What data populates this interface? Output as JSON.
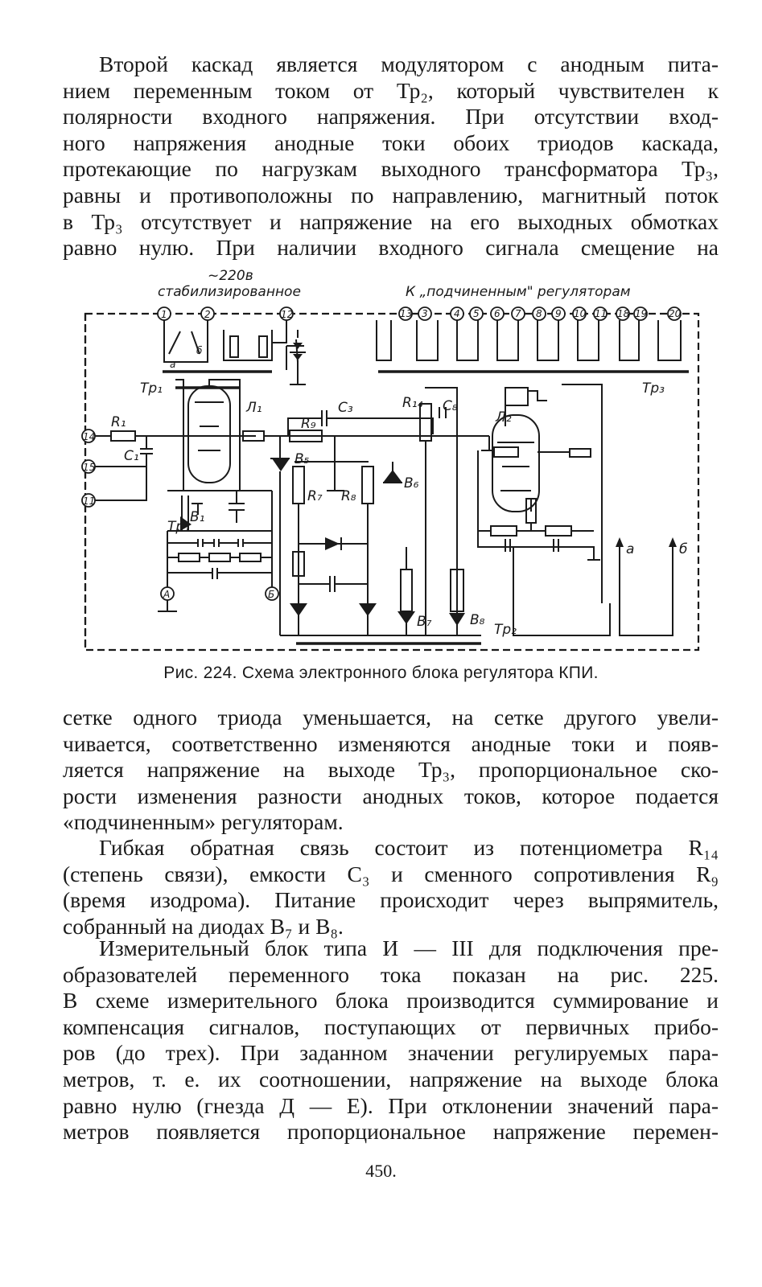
{
  "paragraphs": {
    "p1": [
      "Второй каскад является модулятором с анодным пита-",
      "нием переменным током от Тр₂, который чувствителен к",
      "полярности входного напряжения. При отсутствии вход-",
      "ного напряжения анодные токи обоих триодов каскада,",
      "протекающие по нагрузкам выходного трансформатора Тр₃,",
      "равны и противоположны по направлению, магнитный поток",
      "в Тр₃ отсутствует и напряжение на его выходных обмотках",
      "равно нулю. При наличии входного сигнала смещение на"
    ],
    "p2": [
      "сетке одного триода уменьшается, на сетке другого увели-",
      "чивается, соответственно изменяются анодные токи и появ-",
      "ляется напряжение на выходе Тр₃, пропорциональное ско-",
      "рости изменения разности анодных токов, которое подается",
      "«подчиненным» регуляторам."
    ],
    "p3": [
      "Гибкая обратная связь состоит из потенциометра R₁₄",
      "(степень связи), емкости С₃ и сменного сопротивления R₉",
      "(время изодрома). Питание происходит через выпрямитель,",
      "собранный на диодах В₇ и В₈."
    ],
    "p4": [
      "Измерительный блок типа И — III для подключения пре-",
      "образователей переменного тока показан на рис. 225.",
      "В схеме измерительного блока производится суммирование и",
      "компенсация сигналов, поступающих от первичных прибо-",
      "ров (до трех). При заданном значении регулируемых пара-",
      "метров, т. е. их соотношении, напряжение на выходе блока",
      "равно нулю (гнезда Д — Е). При отклонении значений пара-",
      "метров появляется пропорциональное напряжение перемен-"
    ]
  },
  "figure": {
    "caption": "Рис. 224. Схема электронного блока регулятора КПИ.",
    "supply_label_1": "~220в",
    "supply_label_2": "стабилизированное",
    "subordinate_label": "К „подчиненным\" регуляторам",
    "top_terminals": [
      "1",
      "2",
      "12"
    ],
    "out_terminals": [
      "13",
      "3",
      "4",
      "5",
      "6",
      "7",
      "8",
      "9",
      "10",
      "11",
      "18",
      "19",
      "20"
    ],
    "left_terminals": [
      "14",
      "15",
      "11"
    ],
    "bottom_terminals": [
      "А",
      "Б"
    ],
    "labels": {
      "tp1": "Тр₁",
      "tp1b": "Тр₁",
      "tp2": "Тр₂",
      "tp3": "Тр₃",
      "l1": "Л₁",
      "l2": "Л₂",
      "r1": "R₁",
      "c1": "С₁",
      "c3": "С₃",
      "r9": "R₉",
      "r14": "R₁₄",
      "c8": "С₈",
      "r7": "R₇",
      "r8": "R₈",
      "b1": "В₁",
      "b5": "В₅",
      "b6": "В₆",
      "b7": "В₇",
      "b8": "В₈",
      "a": "а",
      "b": "б",
      "a_out": "а",
      "b_out": "б"
    }
  },
  "page_number": "450."
}
